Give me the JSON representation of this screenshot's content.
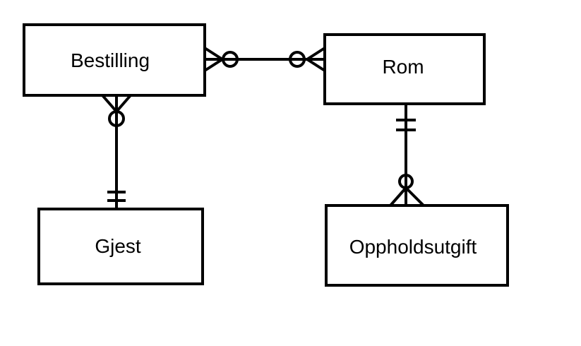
{
  "diagram": {
    "type": "entity-relationship",
    "entities": [
      {
        "id": "bestilling",
        "label": "Bestilling"
      },
      {
        "id": "rom",
        "label": "Rom"
      },
      {
        "id": "gjest",
        "label": "Gjest"
      },
      {
        "id": "oppholdsutgift",
        "label": "Oppholdsutgift"
      }
    ],
    "relationships": [
      {
        "from": "bestilling",
        "to": "rom",
        "from_cardinality": "zero-or-many",
        "to_cardinality": "zero-or-many"
      },
      {
        "from": "bestilling",
        "to": "gjest",
        "from_cardinality": "zero-or-many",
        "to_cardinality": "exactly-one"
      },
      {
        "from": "rom",
        "to": "oppholdsutgift",
        "from_cardinality": "exactly-one",
        "to_cardinality": "zero-or-many"
      }
    ],
    "colors": {
      "stroke": "#000000",
      "fill": "#ffffff",
      "background": "#ffffff"
    }
  }
}
